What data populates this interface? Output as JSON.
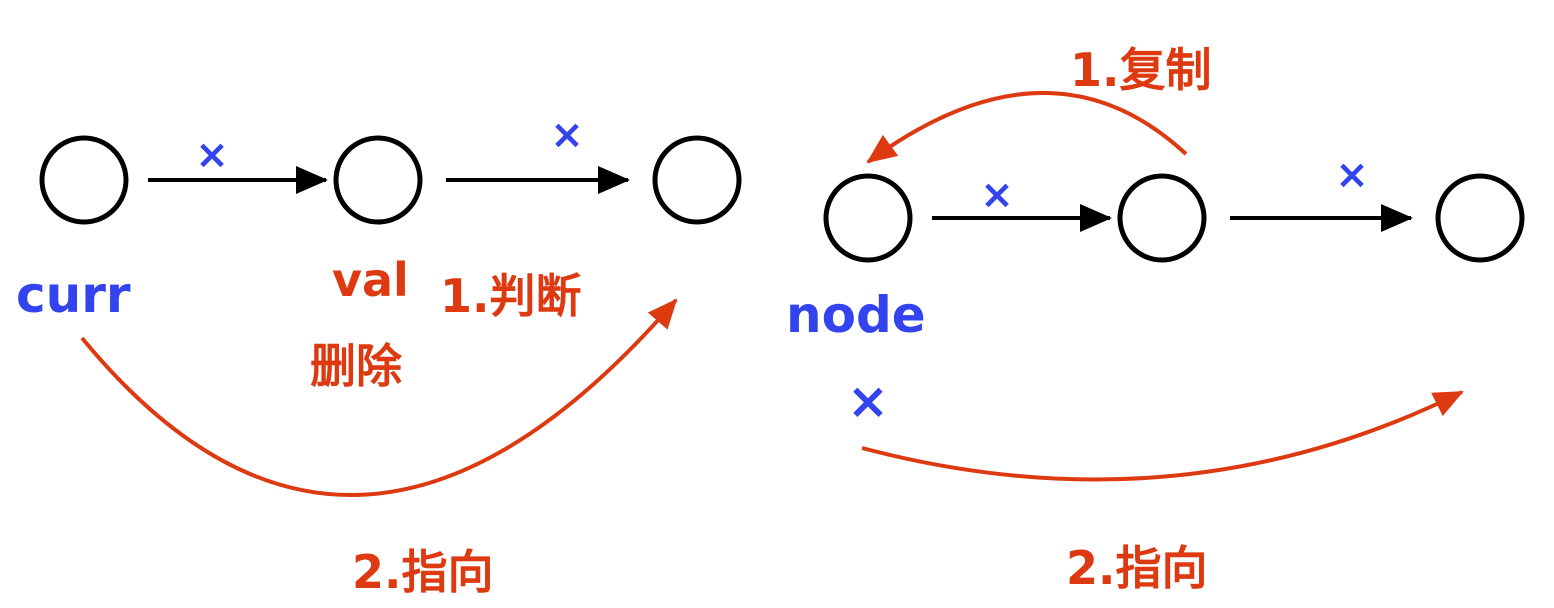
{
  "colors": {
    "blue": "#3344ee",
    "red": "#dd3a12",
    "black": "#000000"
  },
  "cross_mark": "×",
  "left": {
    "curr_label": "curr",
    "val_label": "val",
    "delete_label": "删除",
    "judge_label": "1.判断",
    "point_label": "2.指向"
  },
  "right": {
    "node_label": "node",
    "copy_label": "1.复制",
    "point_label": "2.指向"
  }
}
